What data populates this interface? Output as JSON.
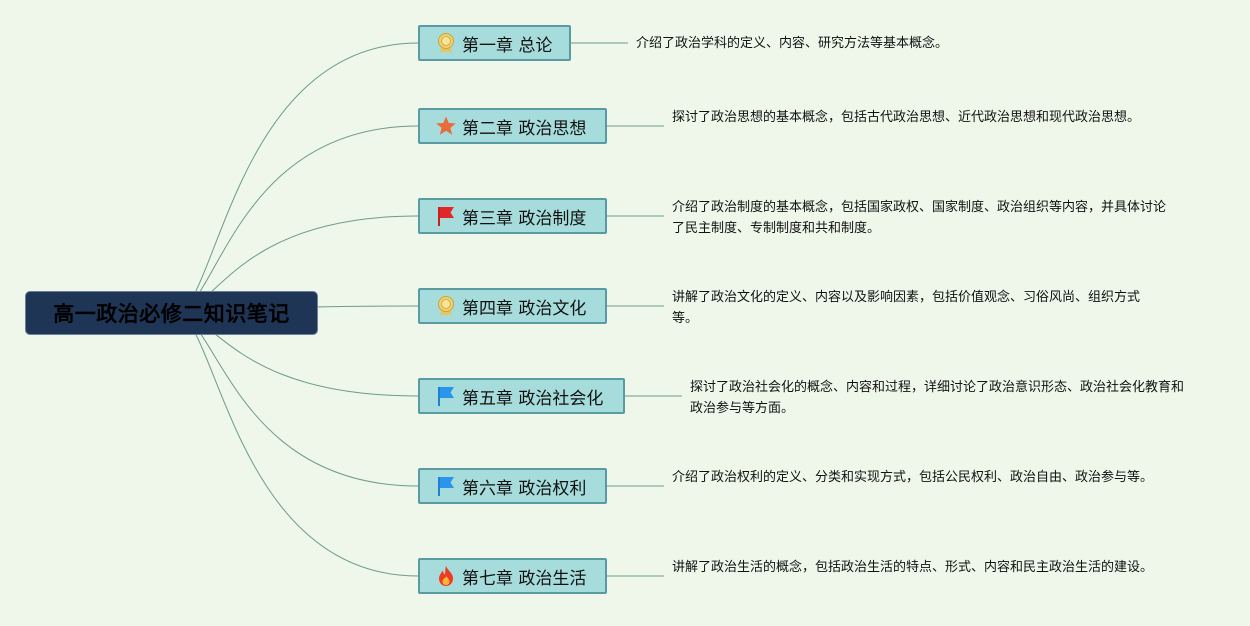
{
  "root": {
    "title": "高一政治必修二知识笔记"
  },
  "chapters": [
    {
      "label": "第一章 总论",
      "icon": "award-ribbon-icon",
      "description": "介绍了政治学科的定义、内容、研究方法等基本概念。"
    },
    {
      "label": "第二章 政治思想",
      "icon": "star-icon",
      "description": "探讨了政治思想的基本概念，包括古代政治思想、近代政治思想和现代政治思想。"
    },
    {
      "label": "第三章 政治制度",
      "icon": "red-flag-icon",
      "description": "介绍了政治制度的基本概念，包括国家政权、国家制度、政治组织等内容，并具体讨论了民主制度、专制制度和共和制度。"
    },
    {
      "label": "第四章 政治文化",
      "icon": "award-ribbon-icon",
      "description": "讲解了政治文化的定义、内容以及影响因素，包括价值观念、习俗风尚、组织方式等。"
    },
    {
      "label": "第五章 政治社会化",
      "icon": "blue-flag-icon",
      "description": "探讨了政治社会化的概念、内容和过程，详细讨论了政治意识形态、政治社会化教育和政治参与等方面。"
    },
    {
      "label": "第六章 政治权利",
      "icon": "blue-flag-icon",
      "description": "介绍了政治权利的定义、分类和实现方式，包括公民权利、政治自由、政治参与等。"
    },
    {
      "label": "第七章 政治生活",
      "icon": "fire-icon",
      "description": "讲解了政治生活的概念，包括政治生活的特点、形式、内容和民主政治生活的建设。"
    }
  ],
  "colors": {
    "background": "#eef7ea",
    "root_fill": "#1e3556",
    "chapter_fill": "#a6dcdc",
    "connector": "#6f9a8a"
  }
}
